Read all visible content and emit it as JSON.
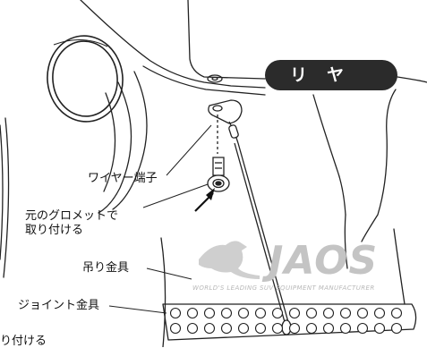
{
  "badge": {
    "label": "リヤ"
  },
  "labels": {
    "wire_terminal": "ワイヤー端子",
    "grommet_line1": "元のグロメットで",
    "grommet_line2": "取り付ける",
    "hanger_bracket": "吊り金具",
    "joint_bracket": "ジョイント金具",
    "cut_off": "り付ける"
  },
  "watermark": {
    "brand": "JAOS",
    "tagline": "WORLD'S LEADING SUV EQUIPMENT MANUFACTURER",
    "logo": "kangaroo-logo"
  },
  "colors": {
    "line": "#222222",
    "badge": "#2b2b2b",
    "watermark": "#c4c4c4"
  }
}
